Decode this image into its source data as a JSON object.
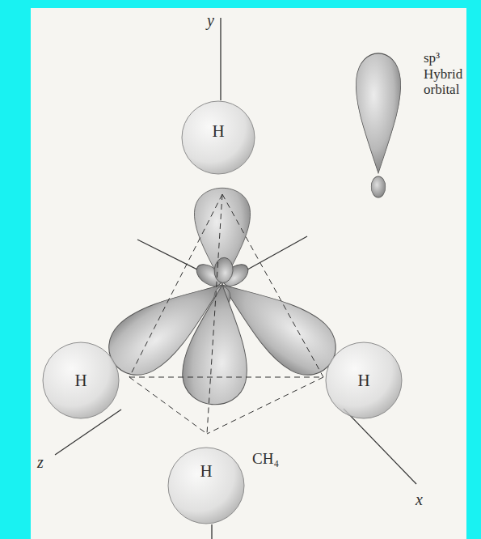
{
  "diagram": {
    "nodes": [
      {
        "text": [
          "H"
        ]
      },
      {
        "text": [
          "H"
        ]
      },
      {
        "text": [
          "H"
        ]
      },
      {
        "text": [
          "H"
        ]
      }
    ],
    "labels": [
      "y",
      "sp³ Hybrid orbital",
      "z",
      "CH₄",
      "x"
    ]
  }
}
